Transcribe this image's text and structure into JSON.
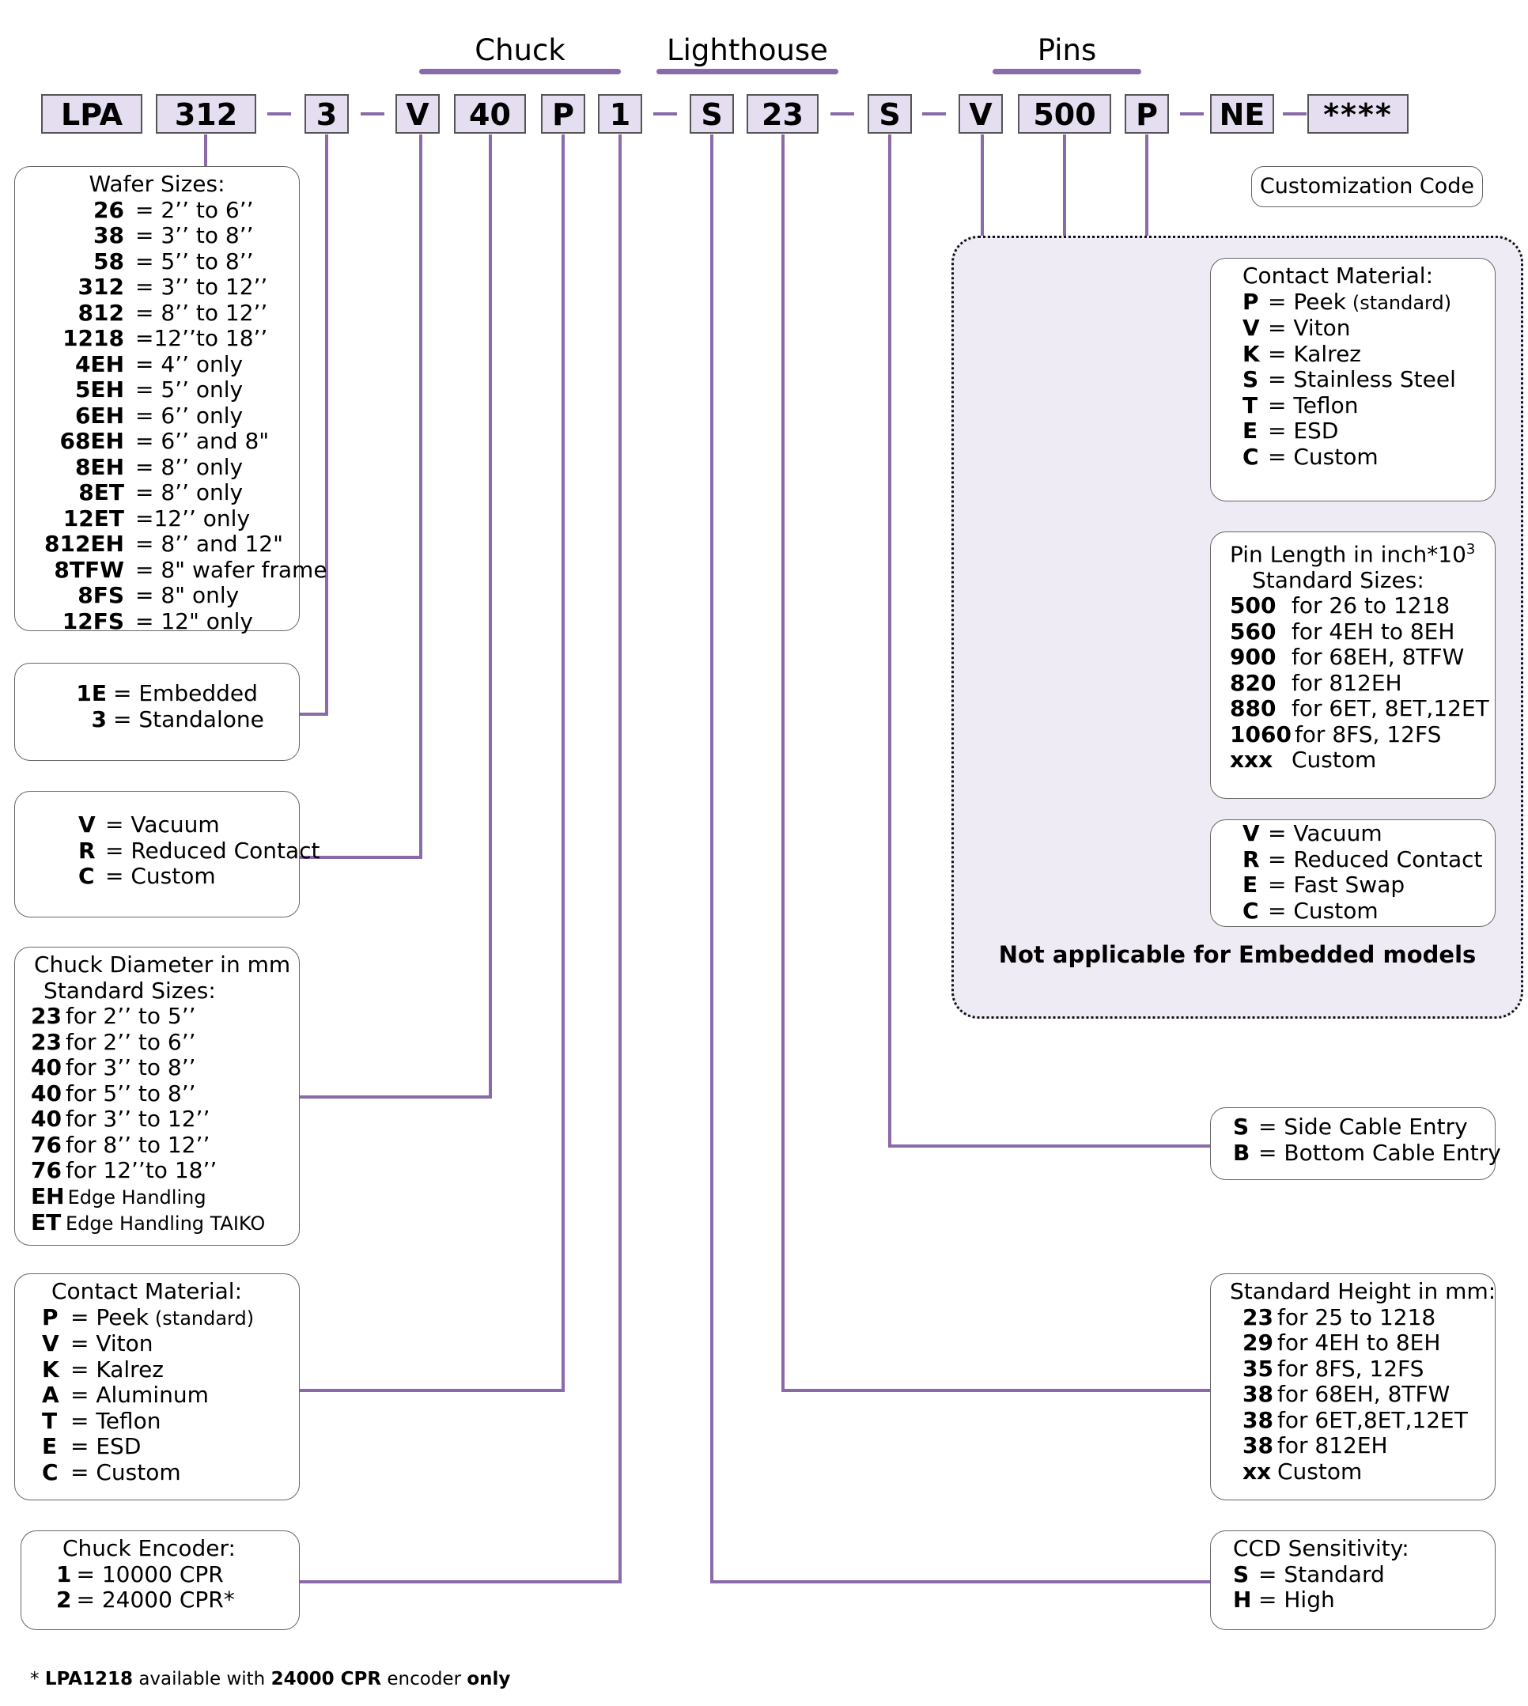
{
  "colors": {
    "accent": "#8a6aa8",
    "segment_bg": "#e4def0",
    "dotted_bg": "#eeebf5",
    "line": "#8a6aa8"
  },
  "groups": [
    {
      "id": "chuck",
      "label": "Chuck"
    },
    {
      "id": "lighthouse",
      "label": "Lighthouse"
    },
    {
      "id": "pins",
      "label": "Pins"
    }
  ],
  "segments": [
    "LPA",
    "312",
    "3",
    "V",
    "40",
    "P",
    "1",
    "S",
    "23",
    "S",
    "V",
    "500",
    "P",
    "NE",
    "****"
  ],
  "customization_label": "Customization Code",
  "not_applicable_note": "Not applicable for Embedded models",
  "boxes": {
    "wafer": {
      "title": "Wafer Sizes:",
      "rows": [
        {
          "code": "26",
          "text": "= 2’’ to  6’’"
        },
        {
          "code": "38",
          "text": "= 3’’ to  8’’"
        },
        {
          "code": "58",
          "text": "= 5’’ to  8’’"
        },
        {
          "code": "312",
          "text": "= 3’’ to 12’’"
        },
        {
          "code": "812",
          "text": "= 8’’ to 12’’"
        },
        {
          "code": "1218",
          "text": "=12’’to 18’’"
        },
        {
          "code": "4EH",
          "text": "= 4’’  only"
        },
        {
          "code": "5EH",
          "text": "= 5’’  only"
        },
        {
          "code": "6EH",
          "text": "= 6’’  only"
        },
        {
          "code": "68EH",
          "text": "= 6’’  and 8\""
        },
        {
          "code": "8EH",
          "text": "= 8’’  only"
        },
        {
          "code": "8ET",
          "text": "= 8’’  only"
        },
        {
          "code": "12ET",
          "text": "=12’’ only"
        },
        {
          "code": "812EH",
          "text": "= 8’’ and 12\""
        },
        {
          "code": "8TFW",
          "text": "= 8\" wafer frame"
        },
        {
          "code": "8FS",
          "text": "= 8\" only"
        },
        {
          "code": "12FS",
          "text": "= 12\" only"
        }
      ]
    },
    "mount": {
      "title": "",
      "rows": [
        {
          "code": "1E",
          "text": "= Embedded"
        },
        {
          "code": "3",
          "text": "= Standalone"
        }
      ]
    },
    "chuck_type": {
      "title": "",
      "rows": [
        {
          "code": "V",
          "text": "= Vacuum"
        },
        {
          "code": "R",
          "text": "= Reduced Contact"
        },
        {
          "code": "C",
          "text": "= Custom"
        }
      ]
    },
    "chuck_diameter": {
      "title": "Chuck Diameter in mm",
      "subtitle": "Standard Sizes:",
      "rows": [
        {
          "code": "23",
          "text": "for 2’’ to  5’’"
        },
        {
          "code": "23",
          "text": "for 2’’ to  6’’"
        },
        {
          "code": "40",
          "text": "for 3’’ to  8’’"
        },
        {
          "code": "40",
          "text": "for 5’’ to  8’’"
        },
        {
          "code": "40",
          "text": "for 3’’ to 12’’"
        },
        {
          "code": "76",
          "text": "for 8’’ to 12’’"
        },
        {
          "code": "76",
          "text": "for 12’’to 18’’"
        },
        {
          "code": "EH",
          "text": "Edge Handling"
        },
        {
          "code": "ET",
          "text": "Edge Handling TAIKO"
        }
      ]
    },
    "chuck_contact": {
      "title": "Contact Material:",
      "rows": [
        {
          "code": "P",
          "text": "= Peek",
          "note": "(standard)"
        },
        {
          "code": "V",
          "text": "= Viton"
        },
        {
          "code": "K",
          "text": "= Kalrez"
        },
        {
          "code": "A",
          "text": "= Aluminum"
        },
        {
          "code": "T",
          "text": "= Teflon"
        },
        {
          "code": "E",
          "text": "= ESD"
        },
        {
          "code": "C",
          "text": "= Custom"
        }
      ]
    },
    "encoder": {
      "title": "Chuck Encoder:",
      "rows": [
        {
          "code": "1",
          "text": "= 10000 CPR"
        },
        {
          "code": "2",
          "text": "= 24000 CPR*"
        }
      ]
    },
    "pin_contact": {
      "title": "Contact Material:",
      "rows": [
        {
          "code": "P",
          "text": "= Peek",
          "note": "(standard)"
        },
        {
          "code": "V",
          "text": "= Viton"
        },
        {
          "code": "K",
          "text": "= Kalrez"
        },
        {
          "code": "S",
          "text": "= Stainless Steel"
        },
        {
          "code": "T",
          "text": "= Teflon"
        },
        {
          "code": "E",
          "text": "= ESD"
        },
        {
          "code": "C",
          "text": "= Custom"
        }
      ]
    },
    "pin_length": {
      "title": "Pin Length in inch*10",
      "title_sup": "3",
      "subtitle": "Standard Sizes:",
      "rows": [
        {
          "code": "500",
          "text": "for 26 to  1218"
        },
        {
          "code": "560",
          "text": "for 4EH to 8EH"
        },
        {
          "code": "900",
          "text": "for 68EH, 8TFW"
        },
        {
          "code": "820",
          "text": "for 812EH"
        },
        {
          "code": "880",
          "text": "for 6ET, 8ET,12ET"
        },
        {
          "code": "1060",
          "text": "for 8FS, 12FS"
        },
        {
          "code": "xxx",
          "text": "Custom"
        }
      ]
    },
    "pin_type": {
      "title": "",
      "rows": [
        {
          "code": "V",
          "text": "= Vacuum"
        },
        {
          "code": "R",
          "text": "= Reduced Contact"
        },
        {
          "code": "E",
          "text": "= Fast Swap"
        },
        {
          "code": "C",
          "text": "= Custom"
        }
      ]
    },
    "cable": {
      "title": "",
      "rows": [
        {
          "code": "S",
          "text": "= Side Cable Entry"
        },
        {
          "code": "B",
          "text": "= Bottom Cable Entry"
        }
      ]
    },
    "height": {
      "title": "Standard Height in mm:",
      "rows": [
        {
          "code": "23",
          "text": "for 25 to 1218"
        },
        {
          "code": "29",
          "text": "for 4EH to 8EH"
        },
        {
          "code": "35",
          "text": "for 8FS, 12FS"
        },
        {
          "code": "38",
          "text": "for 68EH, 8TFW"
        },
        {
          "code": "38",
          "text": "for 6ET,8ET,12ET"
        },
        {
          "code": "38",
          "text": "for 812EH"
        },
        {
          "code": "xx",
          "text": "Custom"
        }
      ]
    },
    "ccd": {
      "title": "CCD Sensitivity:",
      "rows": [
        {
          "code": "S",
          "text": "= Standard"
        },
        {
          "code": "H",
          "text": "= High"
        }
      ]
    }
  },
  "footnote": {
    "star": "* ",
    "p1": "LPA1218",
    "p2": " available with ",
    "p3": "24000 CPR",
    "p4": " encoder ",
    "p5": "only"
  }
}
